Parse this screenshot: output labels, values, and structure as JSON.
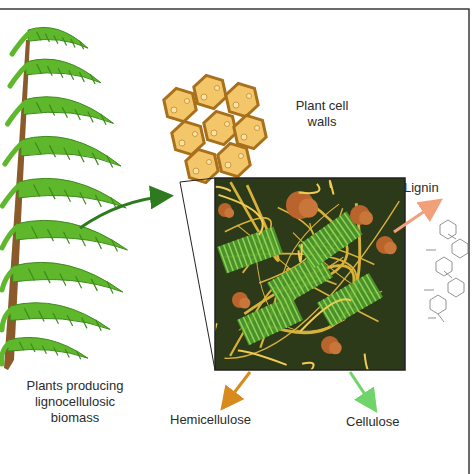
{
  "diagram": {
    "labels": [
      "Plants producing lignocellulosic biomass",
      "Plant cell walls",
      "Lignin",
      "Hemicellulose",
      "Cellulose"
    ]
  }
}
